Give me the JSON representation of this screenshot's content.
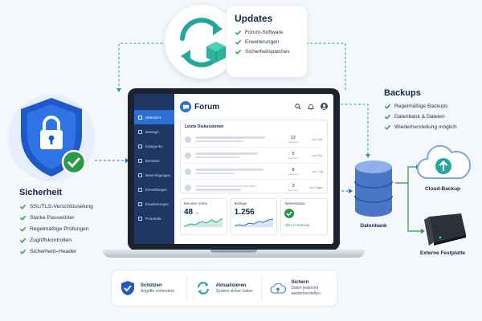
{
  "colors": {
    "accent": "#2d6fd6",
    "teal": "#23a79a",
    "green": "#2a9a47",
    "navy": "#1f3765"
  },
  "updates": {
    "title": "Updates",
    "items": [
      "Forum-Software",
      "Erweiterungen",
      "Sicherheitspatches"
    ]
  },
  "security": {
    "title": "Sicherheit",
    "items": [
      "SSL/TLS-Verschlüsselung",
      "Starke Passwörter",
      "Regelmäßige Prüfungen",
      "Zugriffskontrollen",
      "Sicherheits-Header"
    ]
  },
  "backups": {
    "title": "Backups",
    "items": [
      "Regelmäßige Backups",
      "Datenbank & Dateien",
      "Wiederherstellung möglich"
    ]
  },
  "forum": {
    "name": "Forum",
    "sidebar": [
      "Übersicht",
      "Beiträge",
      "Kategorien",
      "Benutzer",
      "Berechtigungen",
      "Einstellungen",
      "Erweiterungen",
      "Protokolle"
    ],
    "discussions_title": "Letzte Diskussionen",
    "discussions": [
      {
        "count": "12",
        "count_label": "Antworten",
        "time": "vor 2 Std."
      },
      {
        "count": "5",
        "count_label": "Antworten",
        "time": "vor 5 Std."
      },
      {
        "count": "8",
        "count_label": "Antworten",
        "time": "vor 1 Tag"
      },
      {
        "count": "3",
        "count_label": "Antworten",
        "time": "vor 2 Tagen"
      }
    ],
    "stats": {
      "online_label": "Benutzer online",
      "online_value": "48",
      "online_sub": "45",
      "posts_label": "Beiträge",
      "posts_value": "1.256",
      "status_label": "Systemstatus",
      "status_value": "Alles in Ordnung"
    }
  },
  "storage": {
    "database": "Datenbank",
    "cloud": "Cloud-Backup",
    "hdd": "Externe Festplatte"
  },
  "strip": [
    {
      "title": "Schützen",
      "sub": "Angriffe verhindern"
    },
    {
      "title": "Aktualisieren",
      "sub": "System sicher halten"
    },
    {
      "title": "Sichern",
      "sub": "Daten jederzeit",
      "sub2": "wiederherstellen"
    }
  ]
}
